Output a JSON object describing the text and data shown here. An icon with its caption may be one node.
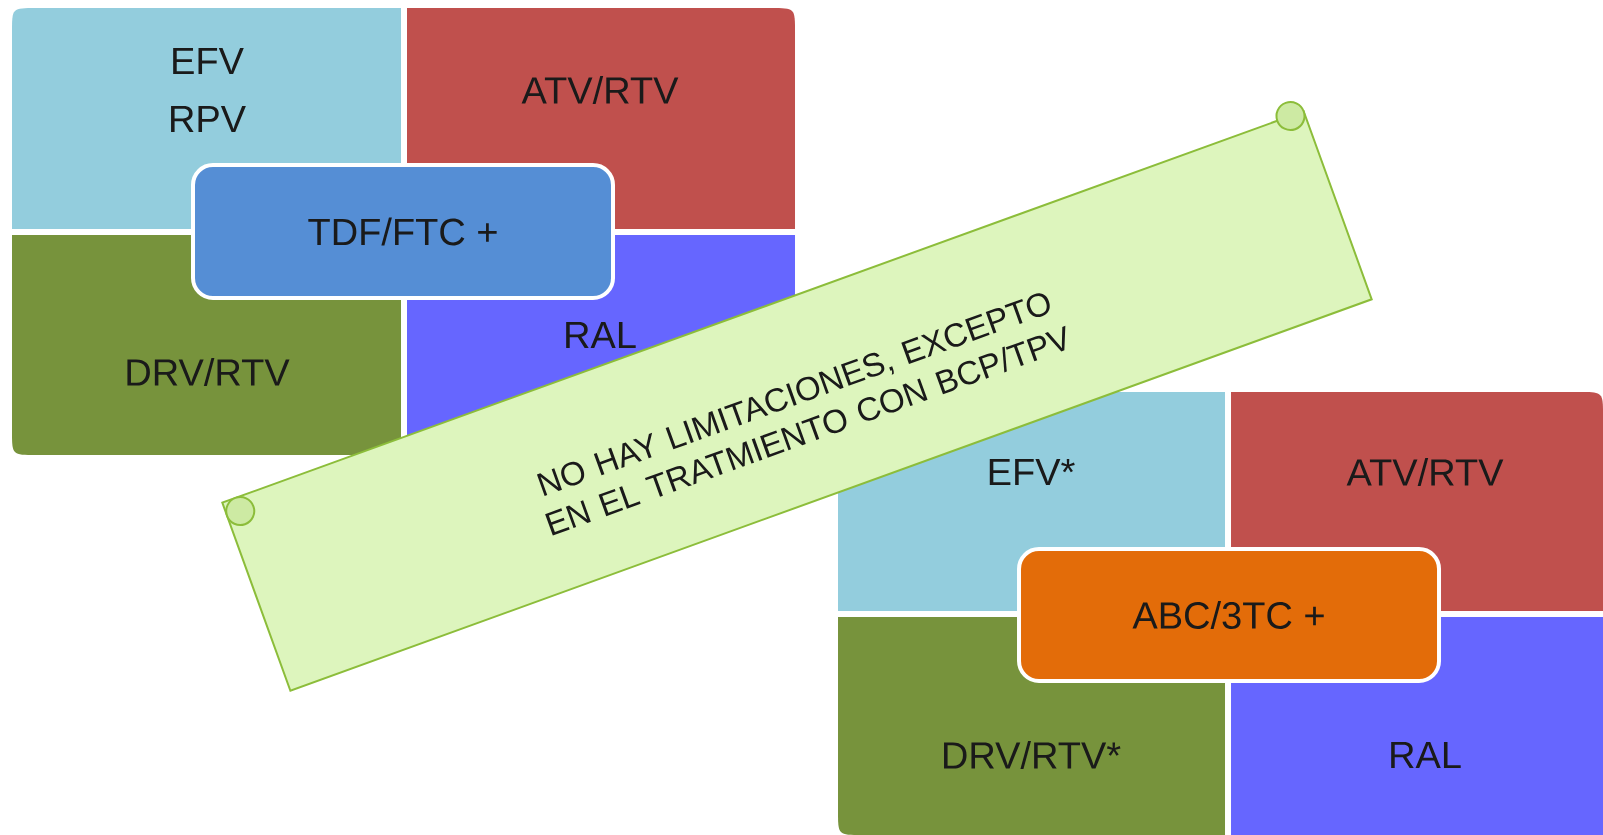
{
  "diagram": {
    "nodes": [
      {
        "text": [
          "EFV",
          "RPV"
        ]
      },
      {
        "text": [
          "ATV/RTV"
        ]
      },
      {
        "text": [
          "TDF/FTC  +"
        ]
      },
      {
        "text": [
          "DRV/RTV"
        ]
      },
      {
        "text": [
          "RAL"
        ]
      },
      {
        "text": [
          "NO HAY LIMITACIONES, EXCEPTO EN EL TRATMIENTO CON BCP/TPV"
        ]
      },
      {
        "text": [
          "EFV*"
        ]
      },
      {
        "text": [
          "ATV/RTV"
        ]
      },
      {
        "text": [
          "ABC/3TC +"
        ]
      },
      {
        "text": [
          "DRV/RTV*"
        ]
      },
      {
        "text": [
          "RAL"
        ]
      }
    ]
  }
}
